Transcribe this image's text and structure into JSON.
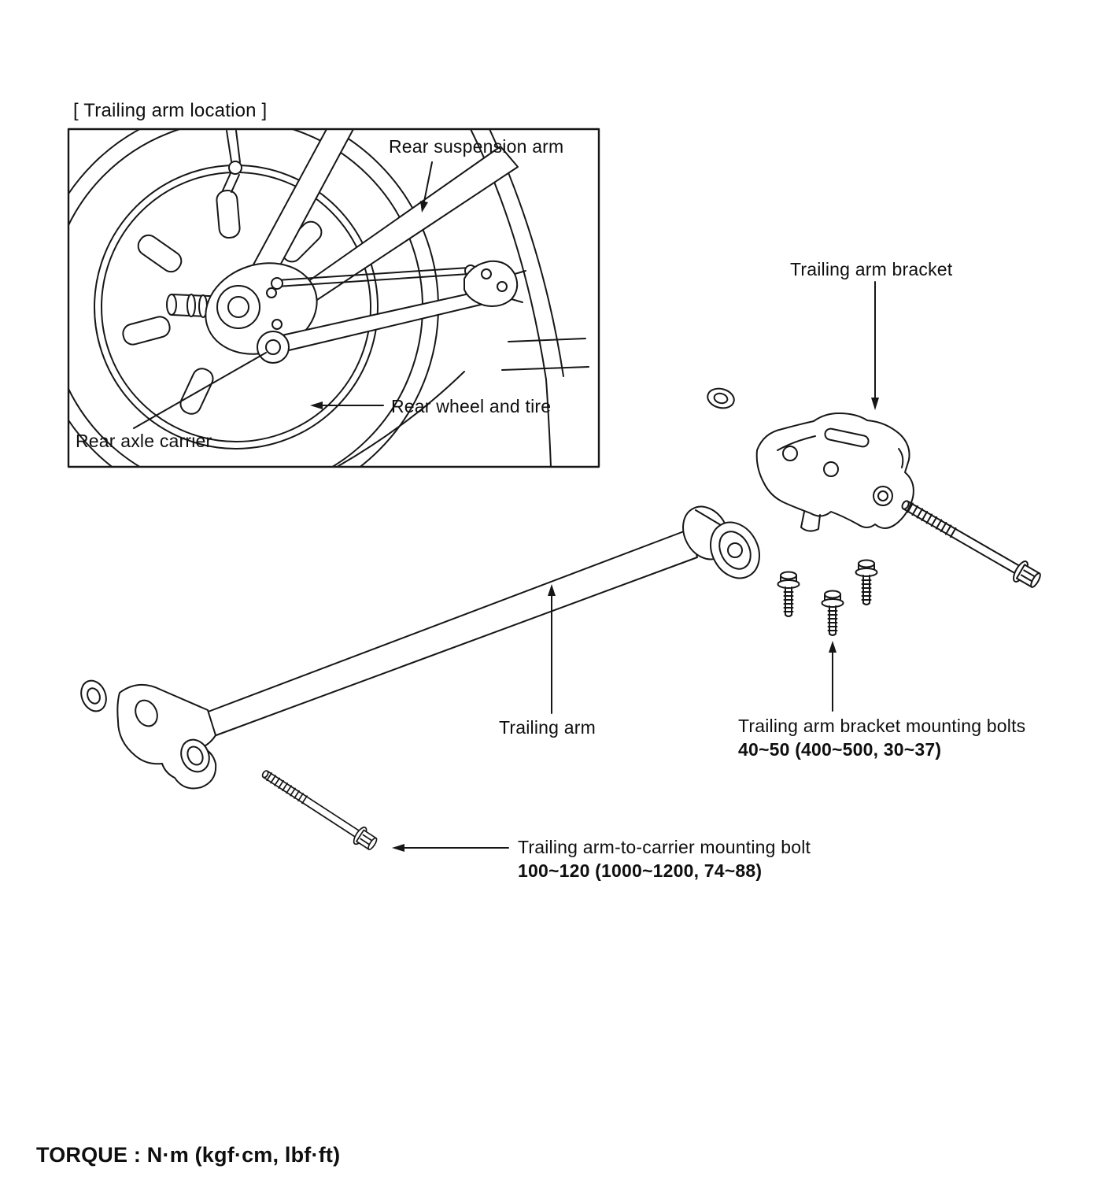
{
  "figure": {
    "inset": {
      "title": "[ Trailing arm location ]",
      "labels": {
        "rear_suspension_arm": "Rear suspension arm",
        "rear_wheel_and_tire": "Rear wheel and tire",
        "rear_axle_carrier": "Rear axle carrier"
      }
    },
    "labels": {
      "trailing_arm_bracket": "Trailing arm bracket",
      "trailing_arm": "Trailing arm"
    },
    "callouts": {
      "bracket_bolts": {
        "label": "Trailing arm bracket mounting bolts",
        "torque": "40~50 (400~500, 30~37)"
      },
      "carrier_bolt": {
        "label": "Trailing arm-to-carrier mounting bolt",
        "torque": "100~120 (1000~1200, 74~88)"
      }
    },
    "torque_note": "TORQUE : N·m (kgf·cm, lbf·ft)"
  },
  "colors": {
    "line": "#161616",
    "background": "#ffffff"
  }
}
